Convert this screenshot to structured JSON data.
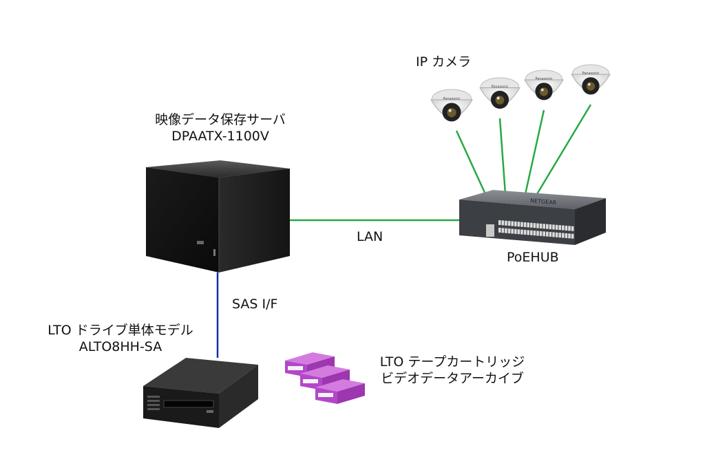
{
  "colors": {
    "lan_line": "#27a844",
    "sas_line": "#1b2aa8",
    "cartridge": "#b347c8"
  },
  "labels": {
    "ip_camera": "IP カメラ",
    "server_title": "映像データ保存サーバ",
    "server_model": "DPAATX-1100V",
    "lan": "LAN",
    "poe_hub": "PoEHUB",
    "sas": "SAS I/F",
    "lto_drive_title": "LTO ドライブ単体モデル",
    "lto_drive_model": "ALTO8HH-SA",
    "tape_line1": "LTO テープカートリッジ",
    "tape_line2": "ビデオデータアーカイブ"
  },
  "icons": {
    "camera": "dome-camera-icon",
    "server": "server-cube-icon",
    "switch": "poe-switch-icon",
    "drive": "lto-drive-icon",
    "tape": "tape-cartridge-icon"
  },
  "camera_brand": "Panasonic",
  "switch_brand": "NETGEAR"
}
